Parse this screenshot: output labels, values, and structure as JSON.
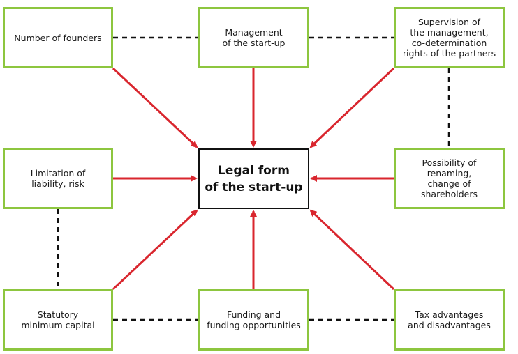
{
  "center": {
    "label": "Legal form\nof the start-up"
  },
  "factors": {
    "founders": "Number of founders",
    "management": "Management\nof the start-up",
    "supervision": "Supervision of\nthe management,\nco-determination\nrights of the partners",
    "liability": "Limitation of\nliability, risk",
    "renaming": "Possibility of renaming,\nchange of shareholders",
    "capital": "Statutory\nminimum capital",
    "funding": "Funding and\nfunding opportunities",
    "tax": "Tax advantages\nand disadvantages"
  },
  "colors": {
    "box_border": "#8dc63f",
    "center_border": "#111111",
    "arrow": "#d9262e",
    "dashed_line": "#111111"
  }
}
